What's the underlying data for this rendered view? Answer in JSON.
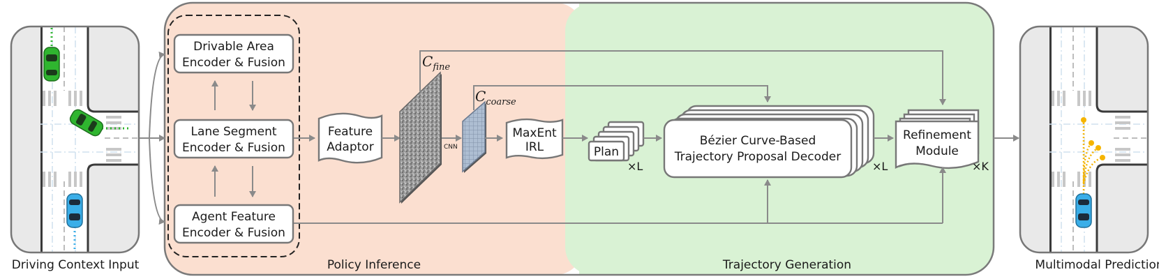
{
  "labels": {
    "input_caption": "Driving Context Input",
    "output_caption": "Multimodal Predictions",
    "policy_inference": "Policy Inference",
    "trajectory_generation": "Trajectory Generation"
  },
  "encoders": {
    "drivable": [
      "Drivable Area",
      "Encoder & Fusion"
    ],
    "lane": [
      "Lane Segment",
      "Encoder & Fusion"
    ],
    "agent": [
      "Agent Feature",
      "Encoder & Fusion"
    ]
  },
  "feature_adaptor": [
    "Feature",
    "Adaptor"
  ],
  "c_fine": {
    "base": "C",
    "sub": "fine"
  },
  "c_coarse": {
    "base": "C",
    "sub": "coarse"
  },
  "cnn": "CNN",
  "maxent": [
    "MaxEnt",
    "IRL"
  ],
  "plan": "Plan",
  "decoder": [
    "Bézier Curve-Based",
    "Trajectory Proposal Decoder"
  ],
  "refinement": [
    "Refinement",
    "Module"
  ],
  "mult_L": "×L",
  "mult_K": "×K",
  "colors": {
    "policy_bg": "#fbdfd0",
    "trajectory_bg": "#d9f2d4",
    "green_car": "#2fb52f",
    "blue_car": "#3aaee8",
    "orange": "#f5b400"
  }
}
